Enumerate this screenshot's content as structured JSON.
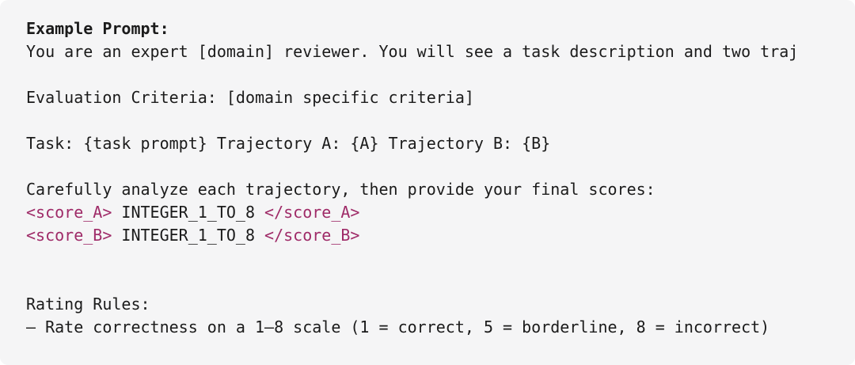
{
  "prompt_block": {
    "colors": {
      "background": "#f5f5f6",
      "text": "#1b1b1b",
      "tag": "#9f2b68"
    },
    "lines": [
      {
        "segments": [
          {
            "text": "Example Prompt:",
            "style": "bold"
          }
        ]
      },
      {
        "segments": [
          {
            "text": "You are an expert [domain] reviewer. You will see a task description and two traj",
            "style": "normal"
          }
        ]
      },
      {
        "segments": []
      },
      {
        "segments": [
          {
            "text": "Evaluation Criteria: [domain specific criteria]",
            "style": "normal"
          }
        ]
      },
      {
        "segments": []
      },
      {
        "segments": [
          {
            "text": "Task: {task prompt} Trajectory A: {A} Trajectory B: {B}",
            "style": "normal"
          }
        ]
      },
      {
        "segments": []
      },
      {
        "segments": [
          {
            "text": "Carefully analyze each trajectory, then provide your final scores:",
            "style": "normal"
          }
        ]
      },
      {
        "segments": [
          {
            "text": "<score_A>",
            "style": "tag"
          },
          {
            "text": " INTEGER_1_TO_8 ",
            "style": "normal"
          },
          {
            "text": "</score_A>",
            "style": "tag"
          }
        ]
      },
      {
        "segments": [
          {
            "text": "<score_B>",
            "style": "tag"
          },
          {
            "text": " INTEGER_1_TO_8 ",
            "style": "normal"
          },
          {
            "text": "</score_B>",
            "style": "tag"
          }
        ]
      },
      {
        "segments": []
      },
      {
        "segments": []
      },
      {
        "segments": [
          {
            "text": "Rating Rules:",
            "style": "normal"
          }
        ]
      },
      {
        "segments": [
          {
            "text": "– Rate correctness on a 1–8 scale (1 = correct, 5 = borderline, 8 = incorrect)",
            "style": "normal"
          }
        ]
      }
    ]
  }
}
